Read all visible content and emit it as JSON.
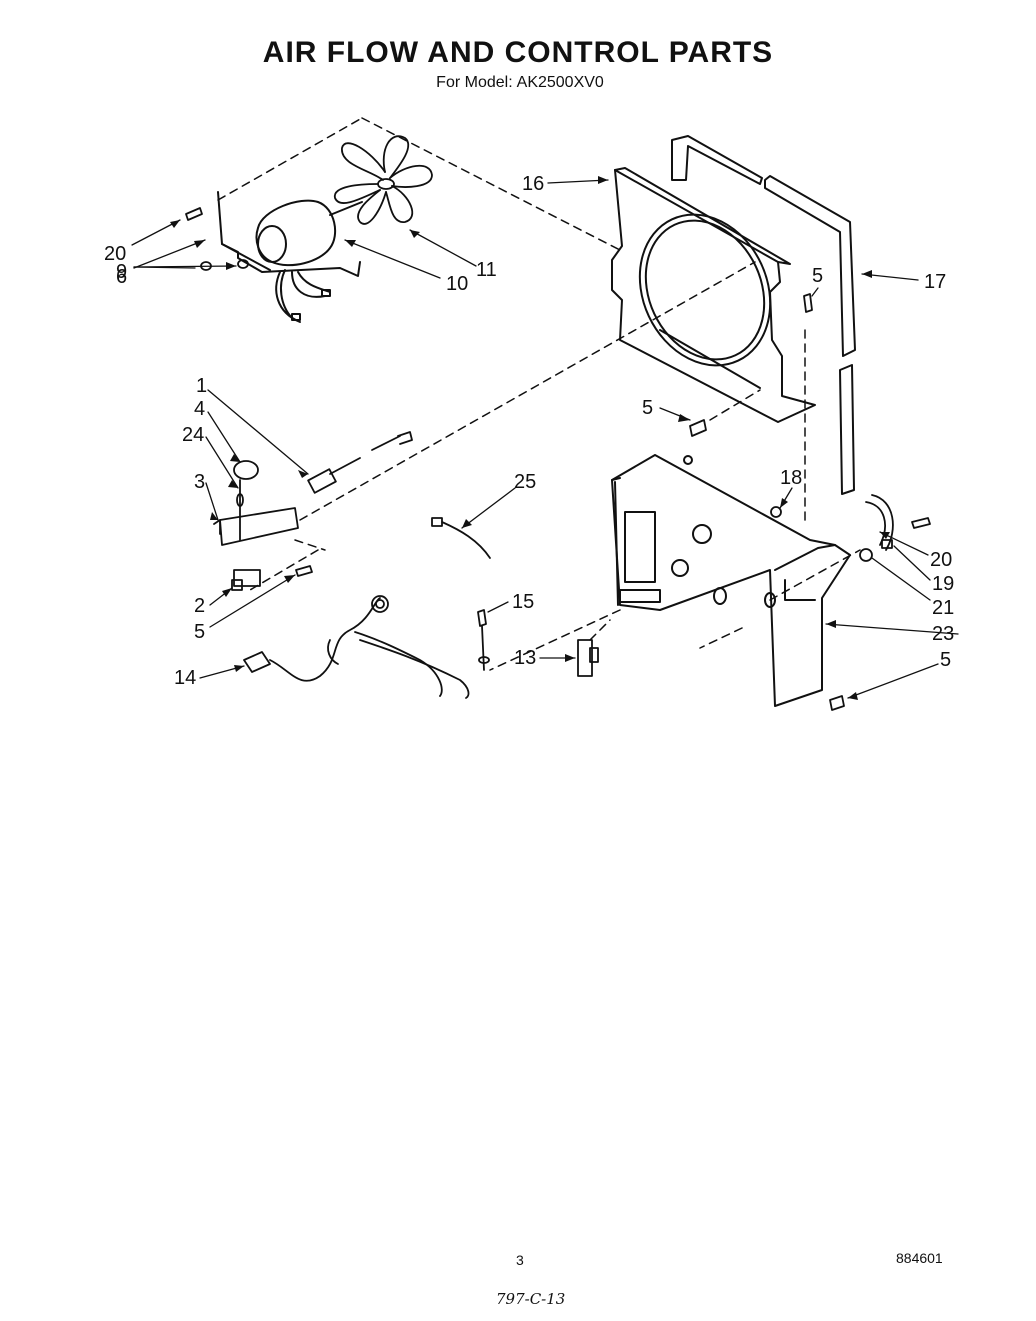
{
  "header": {
    "title": "AIR FLOW AND CONTROL PARTS",
    "model_label": "For Model:",
    "model": "AK2500XV0"
  },
  "callouts": {
    "c1": "1",
    "c2": "2",
    "c3": "3",
    "c4": "4",
    "c24": "24",
    "c5a": "5",
    "c5b": "5",
    "c5c": "5",
    "c5d": "5",
    "c6": "6",
    "c9": "9",
    "c10": "10",
    "c11": "11",
    "c13": "13",
    "c14": "14",
    "c15": "15",
    "c16": "16",
    "c17": "17",
    "c18": "18",
    "c19": "19",
    "c20a": "20",
    "c20b": "20",
    "c21": "21",
    "c23": "23",
    "c25": "25"
  },
  "footer": {
    "page_number": "3",
    "doc_number": "884601",
    "handwritten_note": "797-C-13"
  }
}
